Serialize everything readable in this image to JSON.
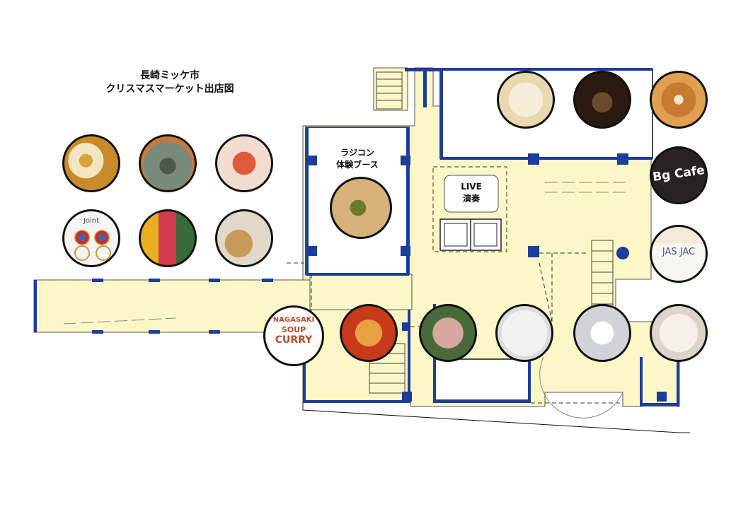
{
  "title": {
    "line1": "長崎ミッケ市",
    "line2": "クリスマスマーケット出店図"
  },
  "rc_booth": {
    "line1": "ラジコン",
    "line2": "体験ブース"
  },
  "live_area": {
    "line1": "LIVE",
    "line2": "演奏"
  },
  "vendor_signs": {
    "earring_brand": "Joint",
    "cafe": "Bg Cafe",
    "jasjac": "JAS JAC",
    "curry_line1": "NAGASAKI",
    "curry_line2": "SOUP",
    "curry_line3": "CURRY"
  },
  "colors": {
    "floor": "#fbf7c6",
    "wall": "#1c3d9c",
    "circle_border": "#111111"
  }
}
